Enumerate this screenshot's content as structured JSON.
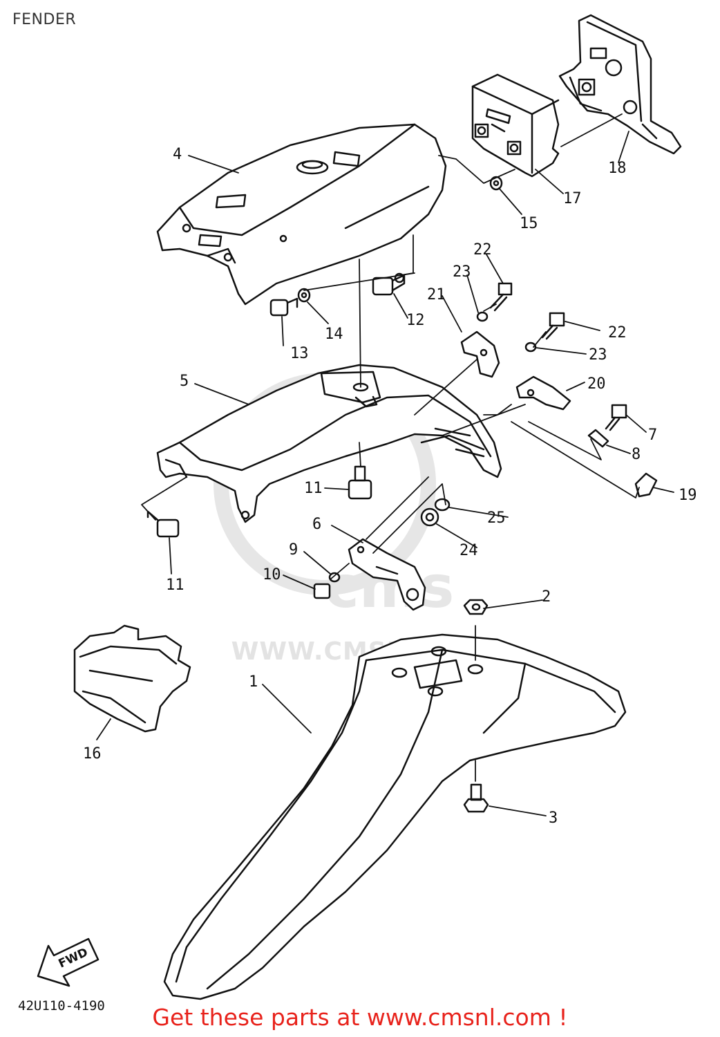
{
  "title": "FENDER",
  "watermark": {
    "logo": "cms",
    "url": "WWW.CMSNL.COM"
  },
  "reference_code": "42U110-4190",
  "fwd_label": "FWD",
  "footer": "Get these parts at www.cmsnl.com !",
  "parts": [
    {
      "number": "1"
    },
    {
      "number": "2"
    },
    {
      "number": "3"
    },
    {
      "number": "4"
    },
    {
      "number": "5"
    },
    {
      "number": "6"
    },
    {
      "number": "7"
    },
    {
      "number": "8"
    },
    {
      "number": "9"
    },
    {
      "number": "10"
    },
    {
      "number": "11"
    },
    {
      "number": "11"
    },
    {
      "number": "12"
    },
    {
      "number": "13"
    },
    {
      "number": "14"
    },
    {
      "number": "15"
    },
    {
      "number": "16"
    },
    {
      "number": "17"
    },
    {
      "number": "18"
    },
    {
      "number": "19"
    },
    {
      "number": "20"
    },
    {
      "number": "21"
    },
    {
      "number": "22"
    },
    {
      "number": "22"
    },
    {
      "number": "23"
    },
    {
      "number": "23"
    },
    {
      "number": "24"
    },
    {
      "number": "25"
    }
  ],
  "colors": {
    "line": "#111111",
    "footer": "#e8231c",
    "watermark": "#e3e3e3"
  }
}
